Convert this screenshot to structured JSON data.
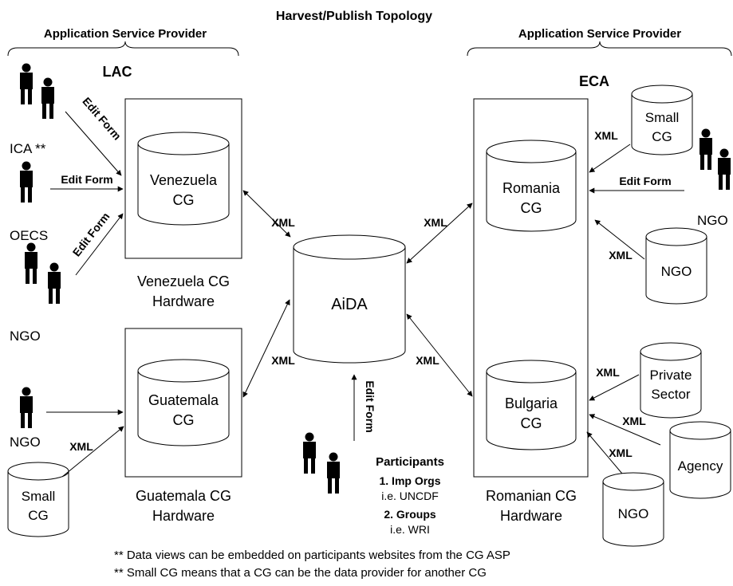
{
  "title": "Harvest/Publish Topology",
  "left_header": "Application Service Provider",
  "right_header": "Application Service Provider",
  "region_left": "LAC",
  "region_right": "ECA",
  "venezuela": {
    "line1": "Venezuela",
    "line2": "CG",
    "hw1": "Venezuela CG",
    "hw2": "Hardware"
  },
  "guatemala": {
    "line1": "Guatemala",
    "line2": "CG",
    "hw1": "Guatemala CG",
    "hw2": "Hardware"
  },
  "romania": {
    "line1": "Romania",
    "line2": "CG"
  },
  "bulgaria": {
    "line1": "Bulgaria",
    "line2": "CG"
  },
  "romanian_hw": {
    "line1": "Romanian CG",
    "line2": "Hardware"
  },
  "aida": "AiDA",
  "small_cg": {
    "line1": "Small",
    "line2": "CG"
  },
  "ngo": "NGO",
  "ica": "ICA **",
  "oecs": "OECS",
  "private_sector": {
    "line1": "Private",
    "line2": "Sector"
  },
  "agency": "Agency",
  "edit_form": "Edit Form",
  "xml": "XML",
  "participants": {
    "title": "Participants",
    "item1": "1. Imp Orgs",
    "item1_example": "i.e. UNCDF",
    "item2": "2. Groups",
    "item2_example": "i.e. WRI"
  },
  "footnotes": [
    "** Data views can be embedded on participants websites from the CG ASP",
    "** Small CG means that a CG can be the data provider for another CG"
  ]
}
